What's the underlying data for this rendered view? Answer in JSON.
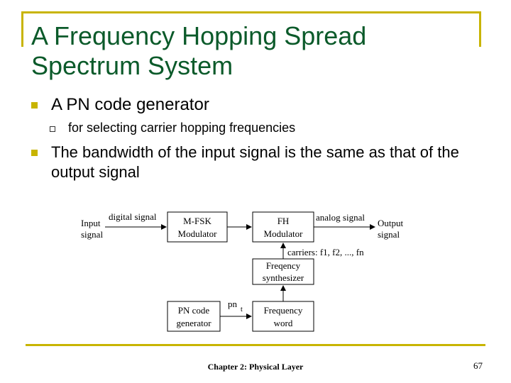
{
  "slide": {
    "title_line1": "A Frequency Hopping Spread",
    "title_line2": "Spectrum System",
    "bullet1": "A PN code generator",
    "sub_bullet1": "for selecting carrier hopping frequencies",
    "bullet2": "The bandwidth of the input signal is the same as that of the output signal"
  },
  "diagram": {
    "input_line1": "Input",
    "input_line2": "signal",
    "digital_signal": "digital signal",
    "mfsk_line1": "M-FSK",
    "mfsk_line2": "Modulator",
    "fh_line1": "FH",
    "fh_line2": "Modulator",
    "analog_signal": "analog signal",
    "output_line1": "Output",
    "output_line2": "signal",
    "carriers": "carriers: f1, f2, ..., fn",
    "synth_line1": "Freqency",
    "synth_line2": "synthesizer",
    "pn_line1": "PN code",
    "pn_line2": "generator",
    "pn_label": "pn",
    "t_label": "t",
    "freq_line1": "Frequency",
    "freq_line2": "word"
  },
  "footer": {
    "chapter": "Chapter 2: Physical Layer",
    "page": "67"
  },
  "colors": {
    "accent": "#c8b400",
    "title": "#0b5a2a"
  }
}
